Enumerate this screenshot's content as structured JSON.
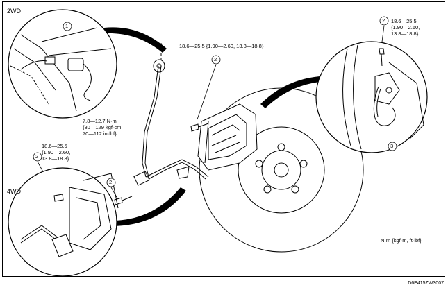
{
  "figure": {
    "inset_2wd_label": "2WD",
    "inset_4wd_label": "4WD",
    "callouts": {
      "c1": "1",
      "c2_top": "2",
      "c2_right": "2",
      "c2_left": "2",
      "c2_mid": "2",
      "c3": "3"
    },
    "torque_top": "18.6—25.5 {1.90—2.60, 13.8—18.8}",
    "torque_right": [
      "18.6—25.5",
      "{1.90—2.60,",
      "13.8—18.8}"
    ],
    "torque_left": [
      "18.6—25.5",
      "{1.90—2.60,",
      "13.8—18.8}"
    ],
    "torque_mid": [
      "7.8—12.7 N·m",
      "{80—129 kgf·cm,",
      "70—112 in·lbf}"
    ],
    "unit_legend": "N·m {kgf·m, ft·lbf}",
    "figure_code": "D6E415ZW3007"
  }
}
